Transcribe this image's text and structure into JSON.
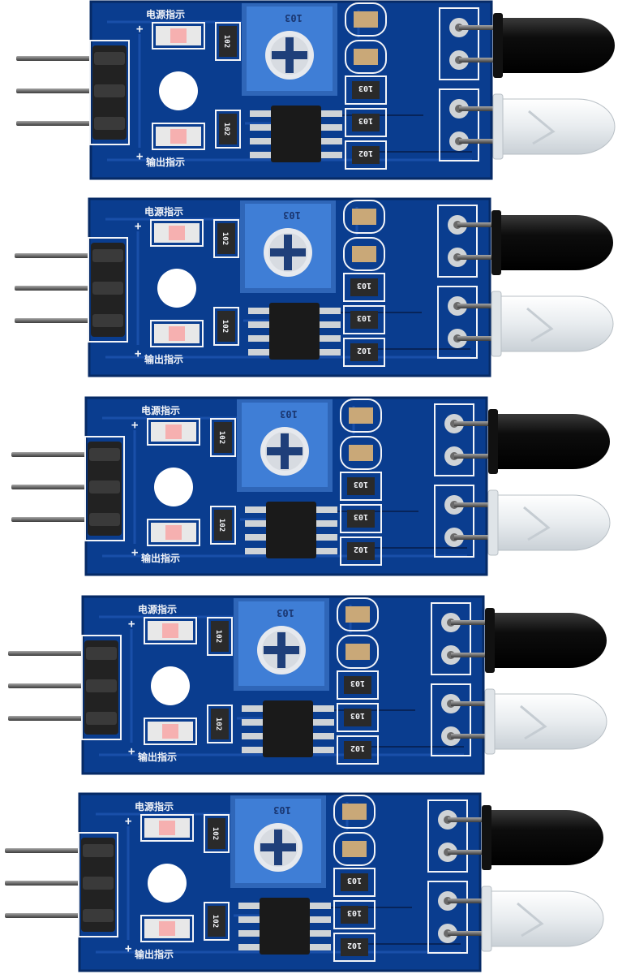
{
  "colors": {
    "background": "#ffffff",
    "pcb_blue": "#0a3d8f",
    "pcb_edge": "#062a66",
    "trace_blue": "#1f57b3",
    "silkscreen": "#f2f4f8",
    "pot_blue": "#3f7ed6",
    "pot_dark": "#2f66b8",
    "chip_black": "#1a1a1a",
    "pin_metal": "#6f6f6f",
    "header_black": "#222222",
    "ir_receiver": "#0d0d0d",
    "ir_emitter": "#e8ecef",
    "resistor_body": "#2a2a2a",
    "capacitor_tan": "#c9a878",
    "pad_tin": "#cfd3d6"
  },
  "labels": {
    "resistor_code_a": "103",
    "resistor_code_b": "102",
    "pot_marking": "103",
    "led_label_top": "电源指示",
    "led_label_bottom": "输出指示"
  },
  "modules": [
    {
      "id": 1
    },
    {
      "id": 2
    },
    {
      "id": 3
    },
    {
      "id": 4
    },
    {
      "id": 5
    }
  ]
}
